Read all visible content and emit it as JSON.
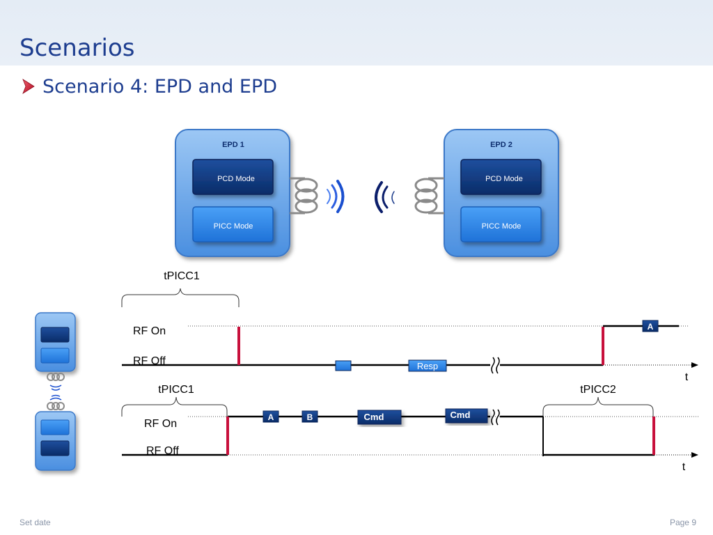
{
  "slide": {
    "title": "Scenarios",
    "bullet": "Scenario 4: EPD and EPD"
  },
  "devices": [
    {
      "title": "EPD 1",
      "pcd_label": "PCD Mode",
      "picc_label": "PICC Mode"
    },
    {
      "title": "EPD 2",
      "pcd_label": "PCD Mode",
      "picc_label": "PICC Mode"
    }
  ],
  "timeline_top": {
    "bracket_label": "tPICC1",
    "rf_on_label": "RF On",
    "rf_off_label": "RF Off",
    "resp_label": "Resp",
    "a_label": "A",
    "t_label": "t"
  },
  "timeline_bottom": {
    "bracket1_label": "tPICC1",
    "bracket2_label": "tPICC2",
    "rf_on_label": "RF On",
    "rf_off_label": "RF Off",
    "a_label": "A",
    "b_label": "B",
    "cmd1_label": "Cmd",
    "cmd2_label": "Cmd",
    "t_label": "t"
  },
  "footer": {
    "left": "Set date",
    "right": "Page 9"
  },
  "colors": {
    "title_blue": "#1d3d8f",
    "device_outer": "#6ea6e6",
    "device_dark": "#0c3478",
    "device_light": "#2f86e8",
    "rf_red": "#c8103c",
    "bullet_red": "#d0102a",
    "coil_gray": "#8a8a8a",
    "wave_blue": "#1a4fcf",
    "wave_dark": "#0b1e6b"
  },
  "icons": [
    "bullet-arrow-icon",
    "coil-icon",
    "wave-icon",
    "device-stack-icon",
    "squiggle-break-icon",
    "arrow-right-icon"
  ]
}
